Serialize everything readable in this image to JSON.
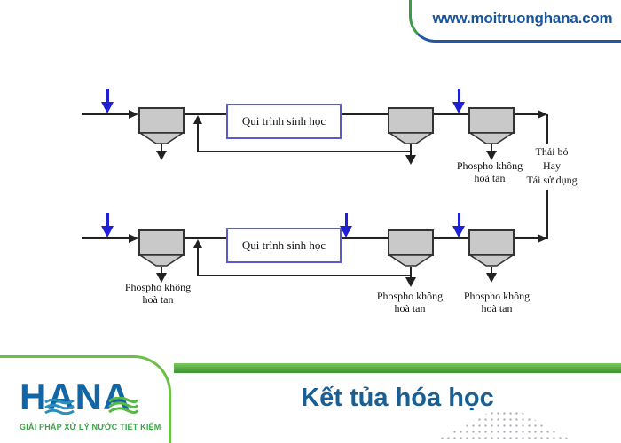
{
  "header": {
    "url": "www.moitruonghana.com"
  },
  "diagram": {
    "bio_label": "Qui trình sinh học",
    "phospho_line1": "Phospho không",
    "phospho_line2": "hoà tan",
    "outlet_line1": "Thải bỏ",
    "outlet_line2": "Hay",
    "outlet_line3": "Tái sử dụng"
  },
  "footer": {
    "logo": "HANA",
    "tagline": "GIẢI PHÁP XỬ LÝ NƯỚC TIẾT KIỆM",
    "title": "Kết tủa hóa học"
  },
  "colors": {
    "dose_arrow_blue": "#1f1fd4",
    "line_black": "#222222",
    "tank_gray": "#c9c9c9",
    "bio_box_border": "#5a5ad0",
    "brand_green": "#3e9a47",
    "brand_blue": "#17549b",
    "title_blue": "#1a5f93"
  }
}
